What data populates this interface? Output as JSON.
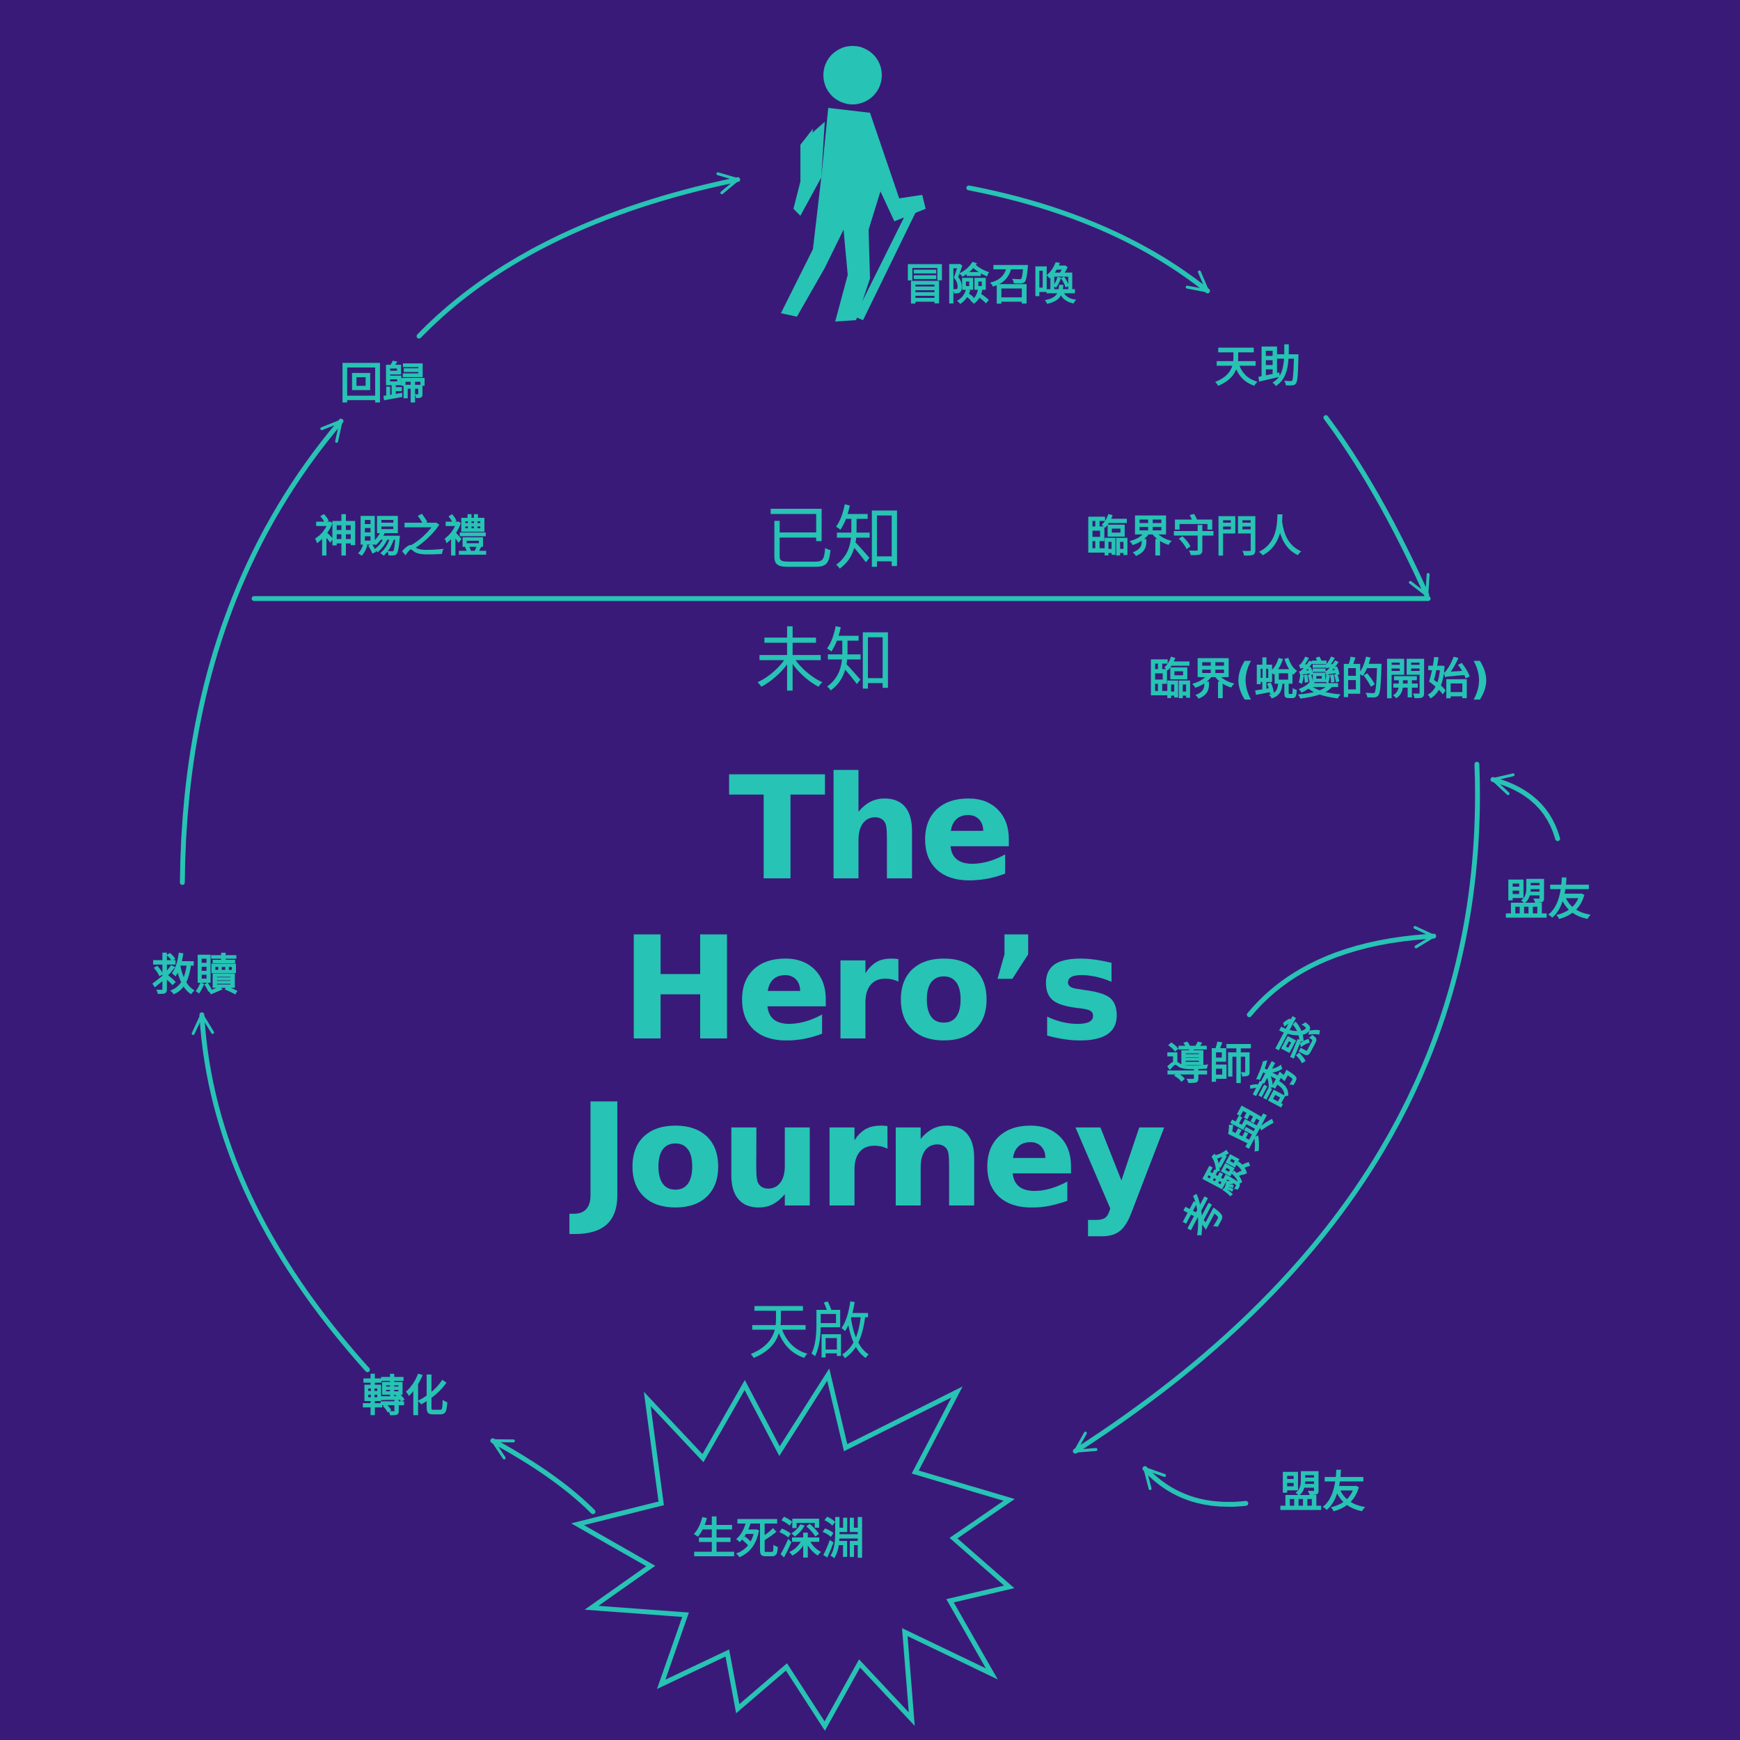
{
  "colors": {
    "background": "#3a1a78",
    "accent": "#27c3b4"
  },
  "diagram": {
    "title_lines": [
      "The",
      "Hero’s",
      "Journey"
    ],
    "divider": {
      "above": "已知",
      "below": "未知"
    },
    "stages": {
      "call": "冒險召喚",
      "aid": "天助",
      "guardian": "臨界守門人",
      "threshold": "臨界(蛻變的開始)",
      "ally_upper": "盟友",
      "mentor": "導師",
      "trials": "考驗與誘惑",
      "ally_lower": "盟友",
      "revelation": "天啟",
      "abyss": "生死深淵",
      "transformation": "轉化",
      "atonement": "救贖",
      "gift": "神賜之禮",
      "return": "回歸"
    },
    "icons": {
      "hero": "hiker-icon",
      "abyss_burst": "starburst-icon"
    }
  }
}
